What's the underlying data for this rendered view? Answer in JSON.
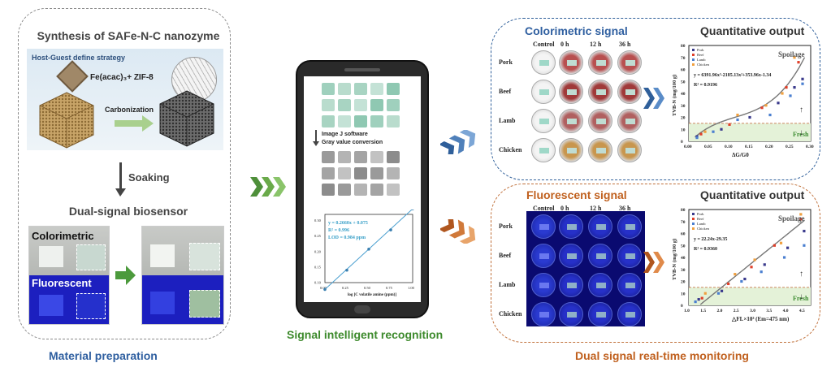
{
  "left": {
    "title": "Synthesis of SAFe-N-C nanozyme",
    "strategy": "Host-Guest define strategy",
    "precursor": "Fe(acac)₃+ ZIF-8",
    "carbonization": "Carbonization",
    "soaking": "Soaking",
    "biosensor": "Dual-signal biosensor",
    "colorimetric": "Colorimetric",
    "fluorescent": "Fluorescent",
    "caption": "Material preparation"
  },
  "middle": {
    "imagej": "Image J software",
    "gray": "Gray value conversion",
    "caption": "Signal intelligent recognition",
    "chart_data": {
      "type": "scatter",
      "equation": "y = 0.2660x + 0.075",
      "r2": "R² = 0.996",
      "lod": "LOD = 0.984 ppm",
      "xlabel": "log [C volatile amine (ppm)]",
      "x_ticks": [
        "0.00",
        "0.25",
        "0.50",
        "0.75",
        "1.00"
      ],
      "y_ticks": [
        "0.10",
        "0.15",
        "0.20",
        "0.25",
        "0.30"
      ],
      "xlim": [
        0,
        1.0
      ],
      "ylim": [
        0.1,
        0.32
      ],
      "x": [
        0.0,
        0.25,
        0.5,
        0.75,
        1.0
      ],
      "y": [
        0.078,
        0.14,
        0.208,
        0.27,
        0.338
      ]
    }
  },
  "top_right": {
    "title": "Colorimetric signal",
    "quant": "Quantitative output",
    "col_headers": [
      "Control",
      "0 h",
      "12 h",
      "36 h"
    ],
    "rows": [
      "Pork",
      "Beef",
      "Lamb",
      "Chicken"
    ],
    "chart_data": {
      "type": "scatter",
      "equation": "y = 6391.96x³-2185.13x²+353.96x-1.34",
      "r2": "R² = 0.9196",
      "xlabel": "ΔG/G0",
      "ylabel": "TVB-N (mg/100 g)",
      "spoilage": "Spoilage",
      "fresh": "Fresh",
      "legend": [
        "Pork",
        "Beef",
        "Lamb",
        "Chicken"
      ],
      "x_ticks": [
        "0.00",
        "0.05",
        "0.10",
        "0.15",
        "0.20",
        "0.25",
        "0.30"
      ],
      "y_ticks": [
        "0",
        "10",
        "20",
        "30",
        "40",
        "50",
        "60",
        "70",
        "80"
      ],
      "xlim": [
        0,
        0.3
      ],
      "ylim": [
        0,
        80
      ],
      "threshold": 15,
      "series": [
        {
          "name": "Pork",
          "color": "#3a3a8c",
          "x": [
            0.02,
            0.08,
            0.15,
            0.22,
            0.26,
            0.28
          ],
          "y": [
            4,
            10,
            20,
            32,
            45,
            52
          ]
        },
        {
          "name": "Beef",
          "color": "#e0402a",
          "x": [
            0.03,
            0.1,
            0.18,
            0.24,
            0.27
          ],
          "y": [
            6,
            14,
            28,
            45,
            66
          ]
        },
        {
          "name": "Lamb",
          "color": "#4a7fd0",
          "x": [
            0.02,
            0.06,
            0.12,
            0.2,
            0.25,
            0.28
          ],
          "y": [
            3,
            8,
            18,
            22,
            38,
            48
          ]
        },
        {
          "name": "Chicken",
          "color": "#f0a040",
          "x": [
            0.04,
            0.12,
            0.19,
            0.23,
            0.26
          ],
          "y": [
            8,
            22,
            30,
            40,
            70
          ]
        }
      ]
    }
  },
  "bottom_right": {
    "title": "Fluorescent signal",
    "quant": "Quantitative output",
    "col_headers": [
      "Control",
      "0 h",
      "12 h",
      "36 h"
    ],
    "rows": [
      "Pork",
      "Beef",
      "Lamb",
      "Chicken"
    ],
    "caption": "Dual signal real-time monitoring",
    "chart_data": {
      "type": "scatter",
      "equation": "y = 22.24x-29.35",
      "r2": "R² = 0.9360",
      "xlabel": "△FL×10³ (Em=475 nm)",
      "ylabel": "TVB-N (mg/100 g)",
      "spoilage": "Spoilage",
      "fresh": "Fresh",
      "legend": [
        "Pork",
        "Beef",
        "Lamb",
        "Chicken"
      ],
      "x_ticks": [
        "1.0",
        "1.5",
        "2.0",
        "2.5",
        "3.0",
        "3.5",
        "4.0",
        "4.5"
      ],
      "y_ticks": [
        "0",
        "10",
        "20",
        "30",
        "40",
        "50",
        "60",
        "70",
        "80"
      ],
      "xlim": [
        1.0,
        4.7
      ],
      "ylim": [
        0,
        80
      ],
      "threshold": 15,
      "series": [
        {
          "name": "Pork",
          "color": "#3a3a8c",
          "x": [
            1.3,
            2.0,
            2.7,
            3.3,
            4.0,
            4.5
          ],
          "y": [
            5,
            12,
            22,
            34,
            48,
            62
          ]
        },
        {
          "name": "Beef",
          "color": "#e0402a",
          "x": [
            1.4,
            2.2,
            2.9,
            3.6,
            4.4
          ],
          "y": [
            6,
            18,
            32,
            50,
            72
          ]
        },
        {
          "name": "Lamb",
          "color": "#4a7fd0",
          "x": [
            1.2,
            1.9,
            2.6,
            3.2,
            3.9,
            4.5
          ],
          "y": [
            3,
            10,
            20,
            28,
            40,
            50
          ]
        },
        {
          "name": "Chicken",
          "color": "#f0a040",
          "x": [
            1.5,
            2.4,
            3.0,
            3.8,
            4.4
          ],
          "y": [
            10,
            26,
            38,
            52,
            76
          ]
        }
      ]
    }
  }
}
